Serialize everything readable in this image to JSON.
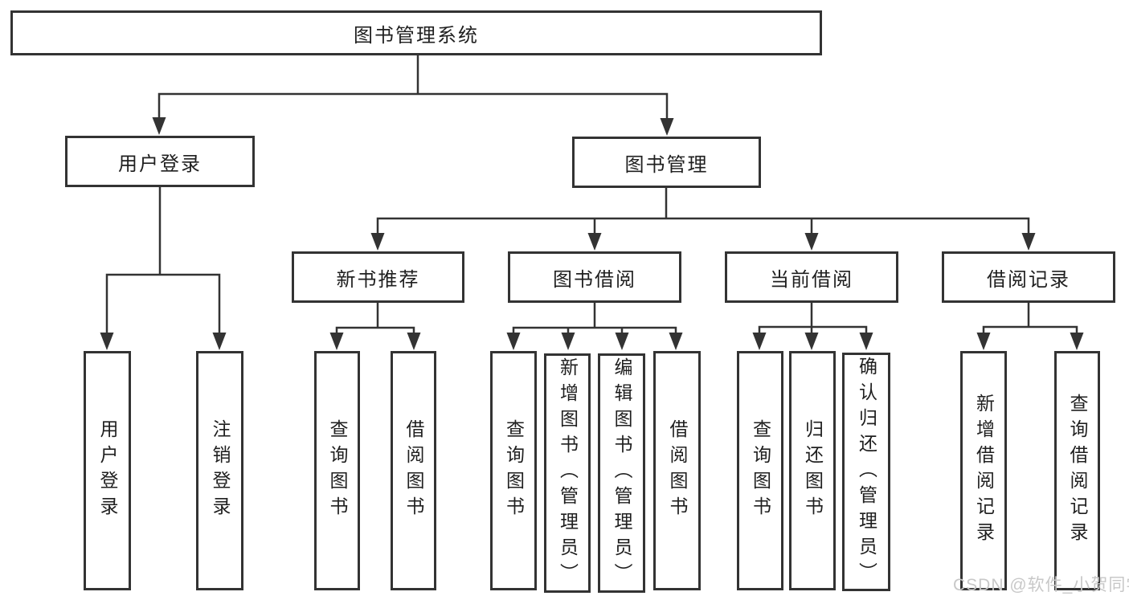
{
  "diagram": {
    "root": {
      "label": "图书管理系统"
    },
    "nodes": {
      "user_login": "用户登录",
      "book_management": "图书管理",
      "new_book_recommend": "新书推荐",
      "book_borrowing": "图书借阅",
      "current_borrowing": "当前借阅",
      "borrowing_records": "借阅记录"
    },
    "leaves": {
      "login": "用户登录",
      "logout": "注销登录",
      "newbook_query": "查询图书",
      "newbook_borrow": "借阅图书",
      "borrow_query": "查询图书",
      "borrow_add": "新增图书（管理员）",
      "borrow_edit": "编辑图书（管理员）",
      "borrow_borrow": "借阅图书",
      "current_query": "查询图书",
      "current_return": "归还图书",
      "current_confirm": "确认归还（管理员）",
      "record_add": "新增借阅记录",
      "record_query": "查询借阅记录"
    },
    "watermark": "CSDN @软件_小贺同学",
    "colors": {
      "line": "#333333",
      "box_border": "#333333",
      "text": "#1f1f1f",
      "watermark": "#c8c8c8"
    }
  }
}
